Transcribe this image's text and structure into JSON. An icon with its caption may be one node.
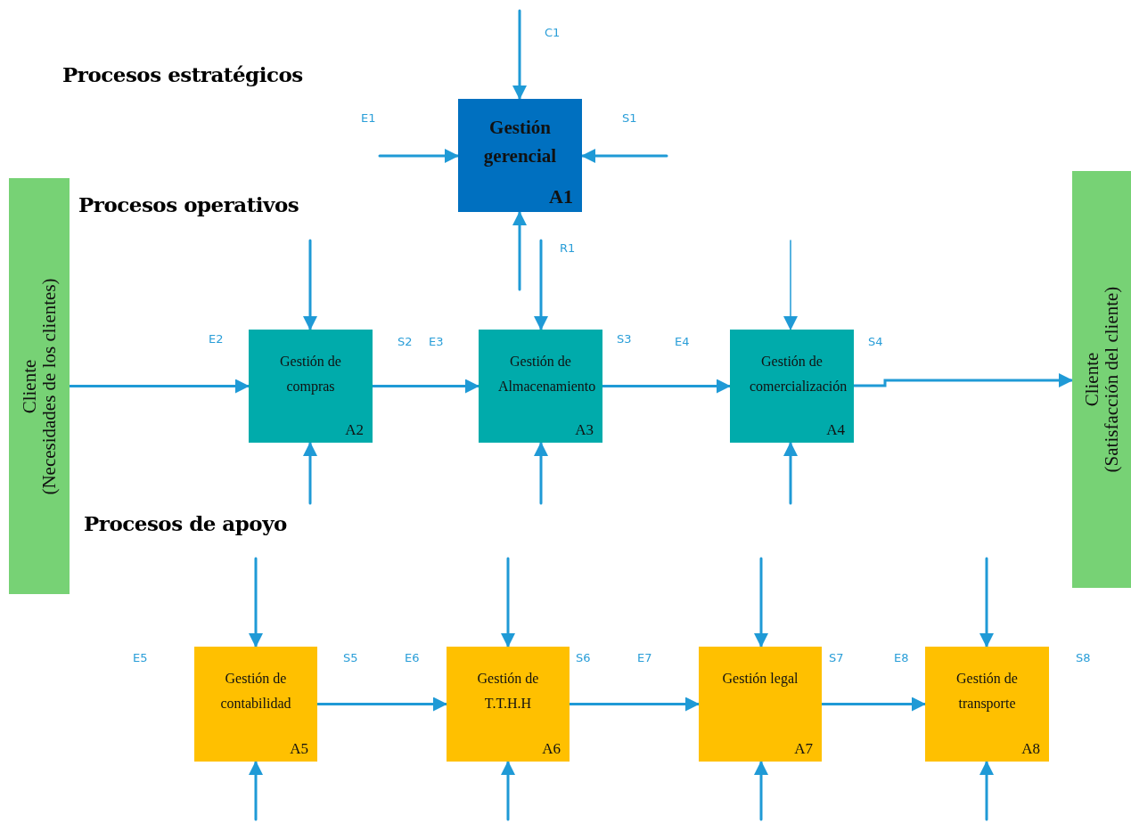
{
  "diagram": {
    "nodes": [
      {
        "text": [
          "Cliente",
          "(Necesidades de los clientes)"
        ]
      },
      {
        "text": [
          "Gestión gerencial",
          "A1"
        ]
      },
      {
        "text": [
          "Gestión de compras",
          "A2"
        ]
      },
      {
        "text": [
          "Gestión de Almacenamiento",
          "A3"
        ]
      },
      {
        "text": [
          "Gestión de comercialización",
          "A4"
        ]
      },
      {
        "text": [
          "Cliente",
          "(Satisfacción del cliente)"
        ]
      },
      {
        "text": [
          "Gestión de contabilidad",
          "A5"
        ]
      },
      {
        "text": [
          "Gestión de T.T.H.H",
          "A6"
        ]
      },
      {
        "text": [
          "Gestión legal",
          "A7"
        ]
      },
      {
        "text": [
          "Gestión de transporte",
          "A8"
        ]
      }
    ],
    "edges": [
      {
        "from": null,
        "to": 1,
        "arrow": "to"
      },
      {
        "from": null,
        "to": 1,
        "arrow": "to"
      },
      {
        "from": null,
        "to": 1,
        "arrow": "to"
      },
      {
        "from": null,
        "to": 1,
        "arrow": "to"
      },
      {
        "from": null,
        "to": 3,
        "arrow": "to"
      },
      {
        "from": null,
        "to": 2,
        "arrow": "to"
      },
      {
        "from": null,
        "to": 4,
        "arrow": "to"
      },
      {
        "from": 0,
        "to": 2,
        "arrow": "to"
      },
      {
        "from": 2,
        "to": 3,
        "arrow": "to"
      },
      {
        "from": 3,
        "to": 4,
        "arrow": "to"
      },
      {
        "from": 4,
        "to": 5,
        "arrow": "to"
      },
      {
        "from": null,
        "to": 2,
        "arrow": "to"
      },
      {
        "from": null,
        "to": 3,
        "arrow": "to"
      },
      {
        "from": null,
        "to": 4,
        "arrow": "to"
      },
      {
        "from": null,
        "to": 6,
        "arrow": "to"
      },
      {
        "from": null,
        "to": 7,
        "arrow": "to"
      },
      {
        "from": null,
        "to": 8,
        "arrow": "to"
      },
      {
        "from": null,
        "to": 9,
        "arrow": "to"
      },
      {
        "from": null,
        "to": 6,
        "arrow": "to"
      },
      {
        "from": null,
        "to": 7,
        "arrow": "to"
      },
      {
        "from": null,
        "to": 8,
        "arrow": "to"
      },
      {
        "from": null,
        "to": 9,
        "arrow": "to"
      },
      {
        "from": 6,
        "to": 7,
        "arrow": "to"
      },
      {
        "from": 7,
        "to": 8,
        "arrow": "to"
      },
      {
        "from": 8,
        "to": 9,
        "arrow": "to"
      }
    ],
    "labels": [
      "C1",
      "Procesos estratégicos",
      "E1",
      "S1",
      "Procesos operativos",
      "R1",
      "E2",
      "S2",
      "E3",
      "S3",
      "E4",
      "S4",
      "Procesos de apoyo",
      "E5",
      "S5",
      "E6",
      "S6",
      "E7",
      "S7",
      "E8",
      "S8"
    ]
  }
}
